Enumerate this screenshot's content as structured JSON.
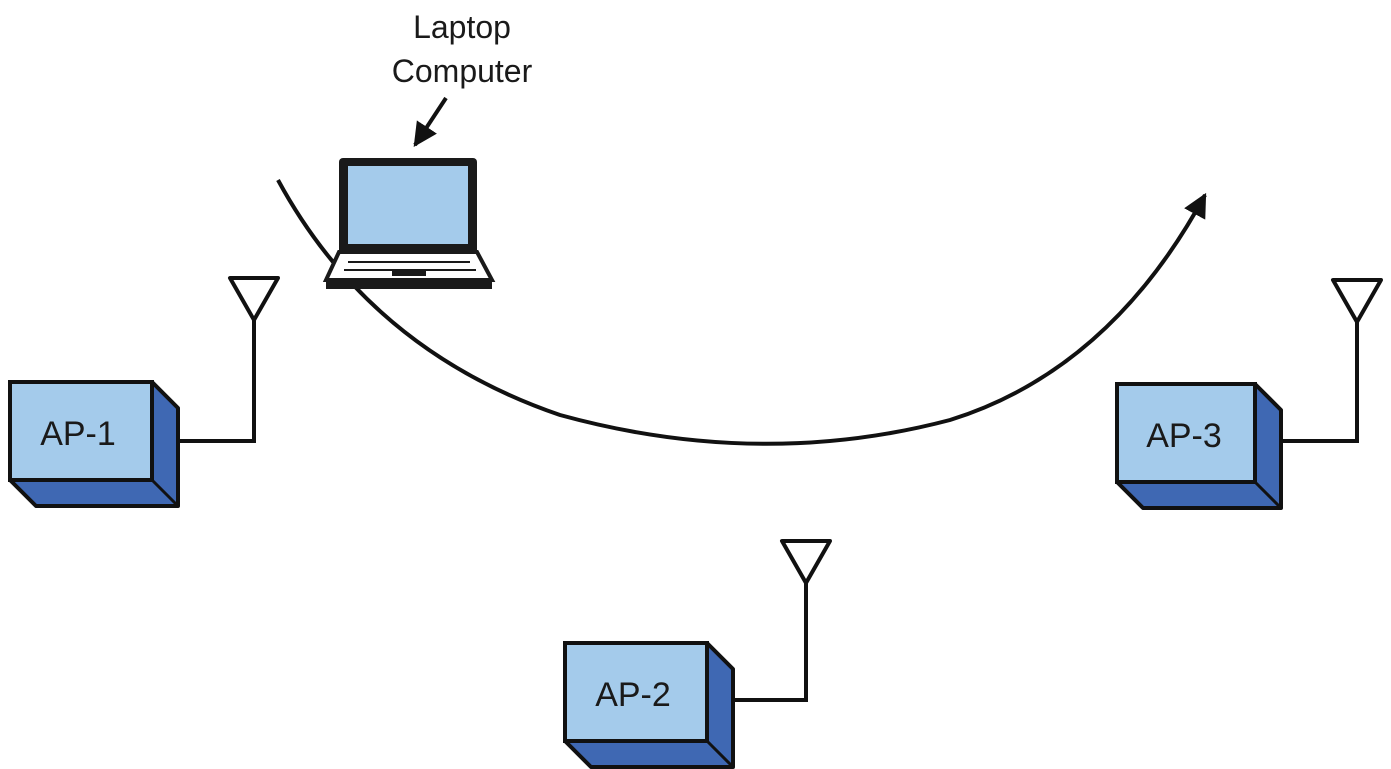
{
  "laptop": {
    "label_line1": "Laptop",
    "label_line2": "Computer"
  },
  "access_points": [
    {
      "label": "AP-1"
    },
    {
      "label": "AP-2"
    },
    {
      "label": "AP-3"
    }
  ],
  "colors": {
    "box_face": "#a4cbeb",
    "box_side": "#3f68b3",
    "laptop_screen": "#a4cbeb",
    "line": "#111111"
  }
}
